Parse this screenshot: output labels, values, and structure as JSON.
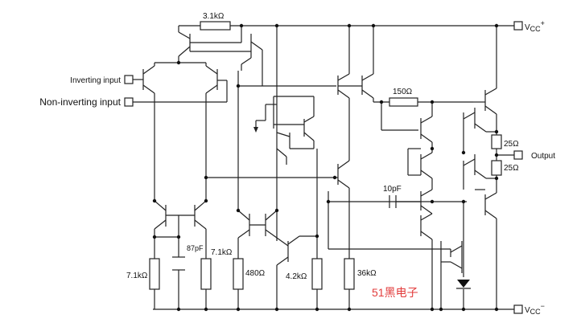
{
  "pins": {
    "vcc_pos": "V<sub>CC</sub><sup>+</sup>",
    "vcc_pos_main": "V",
    "vcc_pos_sub": "CC",
    "vcc_pos_sup": "+",
    "vcc_neg_main": "V",
    "vcc_neg_sub": "CC",
    "vcc_neg_sup": "−",
    "inverting_input": "Inverting input",
    "non_inverting_input": "Non-inverting input",
    "output": "Output"
  },
  "components": {
    "r_top": "3.1kΩ",
    "r_150": "150Ω",
    "r_25_top": "25Ω",
    "r_25_bottom": "25Ω",
    "c_10p": "10pF",
    "c_87p": "87pF",
    "r_71_left": "7.1kΩ",
    "r_71_mid": "7.1kΩ",
    "r_480": "480Ω",
    "r_42k": "4.2kΩ",
    "r_36k": "36kΩ"
  },
  "watermark": {
    "text": "51黑电子",
    "color": "#e23b3b"
  },
  "colors": {
    "wire": "#222222",
    "background": "#ffffff"
  }
}
